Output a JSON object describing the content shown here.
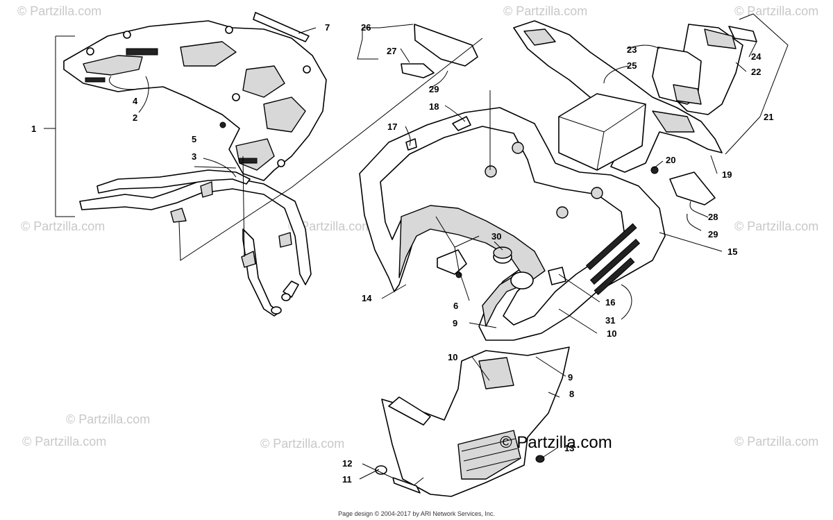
{
  "watermark": {
    "text": "© Partzilla.com",
    "prominent_text": "© Partzilla.com"
  },
  "footer": {
    "text": "Page design © 2004-2017 by ARI Network Services, Inc."
  },
  "callouts": {
    "c1": "1",
    "c2": "2",
    "c3": "3",
    "c4": "4",
    "c5": "5",
    "c6": "6",
    "c7": "7",
    "c8": "8",
    "c9a": "9",
    "c9b": "9",
    "c10a": "10",
    "c10b": "10",
    "c11": "11",
    "c12": "12",
    "c13": "13",
    "c14": "14",
    "c15": "15",
    "c16": "16",
    "c17": "17",
    "c18": "18",
    "c19": "19",
    "c20": "20",
    "c21": "21",
    "c22": "22",
    "c23": "23",
    "c24": "24",
    "c25": "25",
    "c26": "26",
    "c27": "27",
    "c28": "28",
    "c29a": "29",
    "c29b": "29",
    "c30": "30",
    "c31": "31"
  },
  "colors": {
    "line": "#000000",
    "background": "#ffffff",
    "watermark": "#c8c8c8",
    "shade": "#d8d8d8"
  }
}
